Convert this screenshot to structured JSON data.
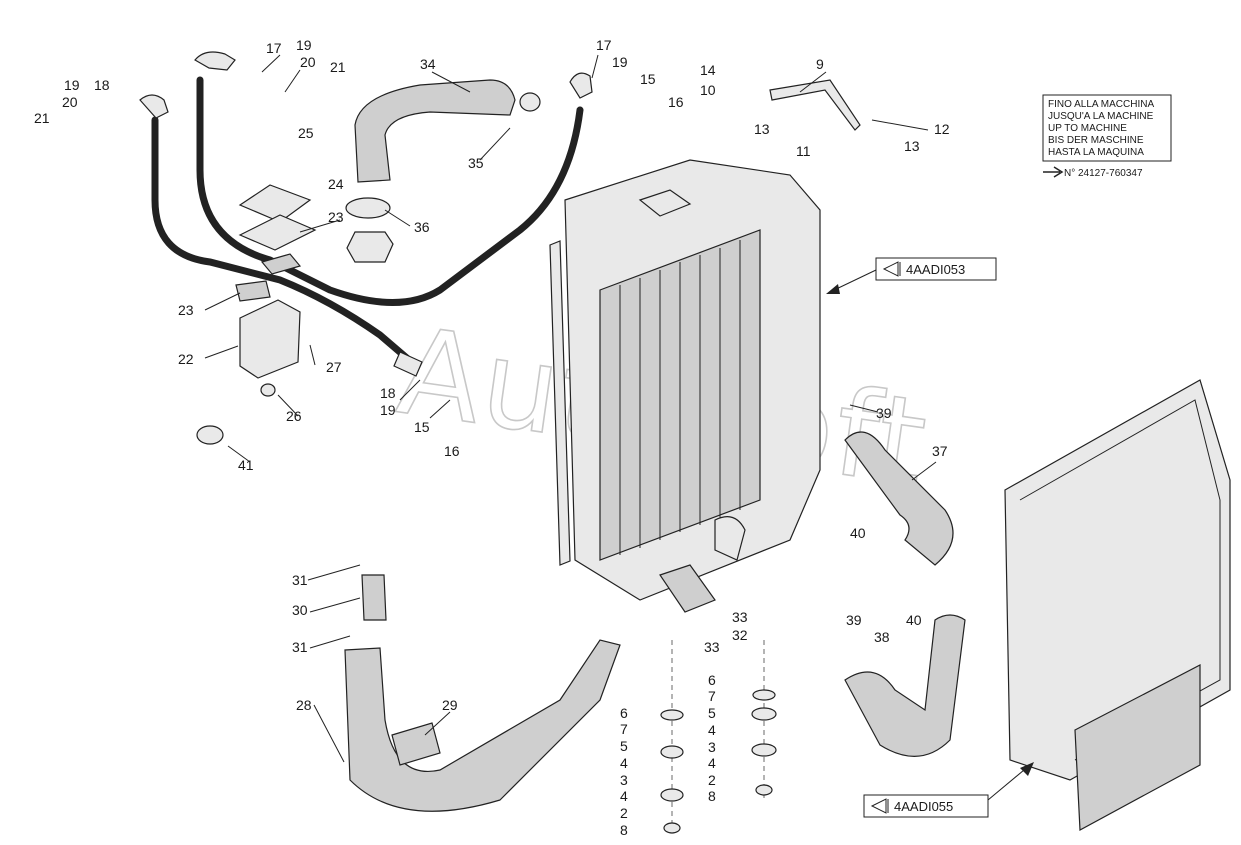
{
  "note": {
    "lines": [
      "FINO ALLA MACCHINA",
      "JUSQU'A LA MACHINE",
      "UP TO MACHINE",
      "BIS DER MASCHINE",
      "HASTA LA MAQUINA"
    ],
    "serial": "N° 24127-760347"
  },
  "refs": {
    "radiator": "4AADI053",
    "shroud": "4AADI055"
  },
  "watermark": "AutoSoft",
  "callouts": [
    "17",
    "19",
    "20",
    "21",
    "34",
    "17",
    "19",
    "15",
    "16",
    "14",
    "10",
    "9",
    "13",
    "11",
    "12",
    "13",
    "19",
    "18",
    "20",
    "21",
    "25",
    "35",
    "24",
    "36",
    "23",
    "23",
    "22",
    "27",
    "18",
    "19",
    "15",
    "16",
    "26",
    "41",
    "39",
    "37",
    "40",
    "40",
    "31",
    "30",
    "31",
    "33",
    "32",
    "33",
    "39",
    "38",
    "28",
    "29",
    "6",
    "7",
    "5",
    "4",
    "3",
    "4",
    "2",
    "8",
    "6",
    "7",
    "5",
    "4",
    "3",
    "4",
    "2",
    "8"
  ]
}
